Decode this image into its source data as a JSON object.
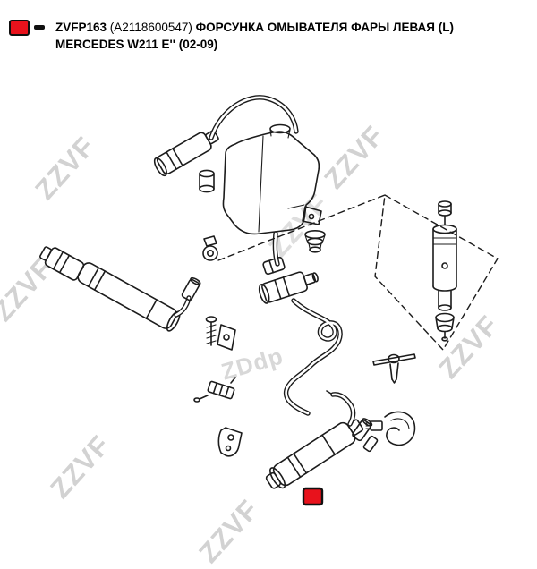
{
  "header": {
    "part_code": "ZVFP163",
    "oem_number": "(A2118600547)",
    "description": "ФОРСУНКА ОМЫВАТЕЛЯ ФАРЫ ЛЕВАЯ (L) MERCEDES W211 E'' (02-09)",
    "legend_marker_color": "#e8121c"
  },
  "watermark": {
    "brand_text": "ZZVF",
    "center_text": "ZDdp",
    "color": "#d2d2d2"
  },
  "diagram": {
    "highlight_color": "#e8121c",
    "line_color": "#1c1c1c"
  }
}
